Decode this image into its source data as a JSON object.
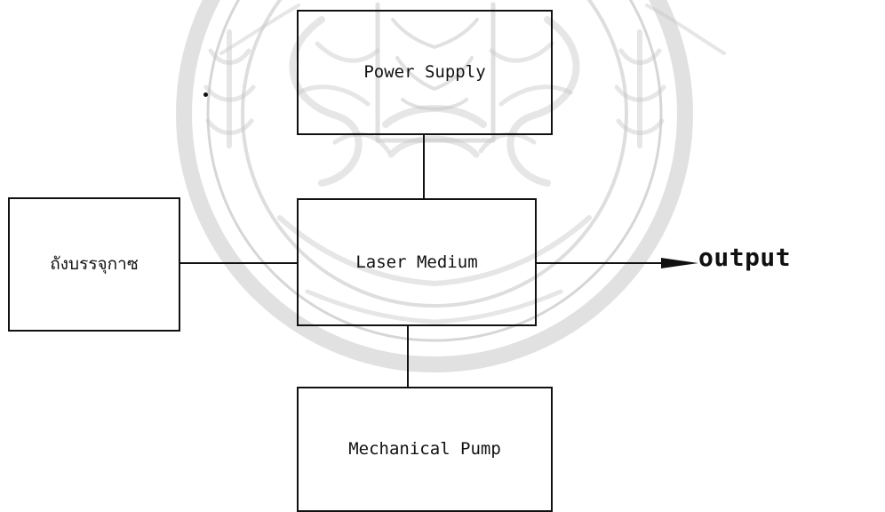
{
  "diagram": {
    "nodes": {
      "power_supply": {
        "label": "Power Supply"
      },
      "gas_tank": {
        "label": "ถังบรรจุกาซ"
      },
      "laser_medium": {
        "label": "Laser Medium"
      },
      "mechanical_pump": {
        "label": "Mechanical Pump"
      }
    },
    "output": {
      "label": "output"
    },
    "edges": [
      {
        "from": "power_supply",
        "to": "laser_medium"
      },
      {
        "from": "gas_tank",
        "to": "laser_medium"
      },
      {
        "from": "laser_medium",
        "to": "mechanical_pump"
      },
      {
        "from": "laser_medium",
        "to": "output",
        "arrow": true
      }
    ]
  },
  "colors": {
    "stroke": "#111111",
    "watermark": "#c8c8c8",
    "background": "#ffffff"
  }
}
